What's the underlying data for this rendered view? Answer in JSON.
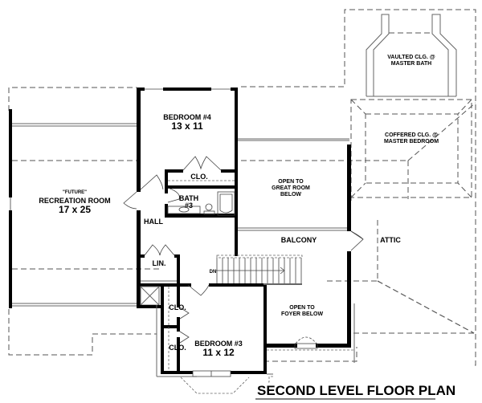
{
  "plan_title": "SECOND LEVEL FLOOR PLAN",
  "rooms": {
    "recreation": {
      "note": "\"FUTURE\"",
      "name": "RECREATION ROOM",
      "size": "17 x 25"
    },
    "bedroom4": {
      "name": "BEDROOM #4",
      "size": "13 x 11"
    },
    "bedroom3": {
      "name": "BEDROOM #3",
      "size": "11 x 12"
    },
    "bath3": {
      "name": "BATH",
      "number": "#3"
    },
    "closet_bed4": {
      "name": "CLO."
    },
    "closet_bed3_upper": {
      "name": "CLO."
    },
    "closet_bed3_lower": {
      "name": "CLO."
    },
    "linen": {
      "name": "LIN."
    },
    "hall": {
      "name": "HALL"
    },
    "balcony": {
      "name": "BALCONY"
    },
    "attic": {
      "name": "ATTIC"
    },
    "stair_label": "DN"
  },
  "open_areas": {
    "great_room": [
      "OPEN TO",
      "GREAT ROOM",
      "BELOW"
    ],
    "foyer": [
      "OPEN TO",
      "FOYER BELOW"
    ]
  },
  "ceiling_notes": {
    "master_bath": [
      "VAULTED CLG. @",
      "MASTER BATH"
    ],
    "master_bedroom": [
      "COFFERED CLG. @",
      "MASTER BEDROOM"
    ]
  }
}
